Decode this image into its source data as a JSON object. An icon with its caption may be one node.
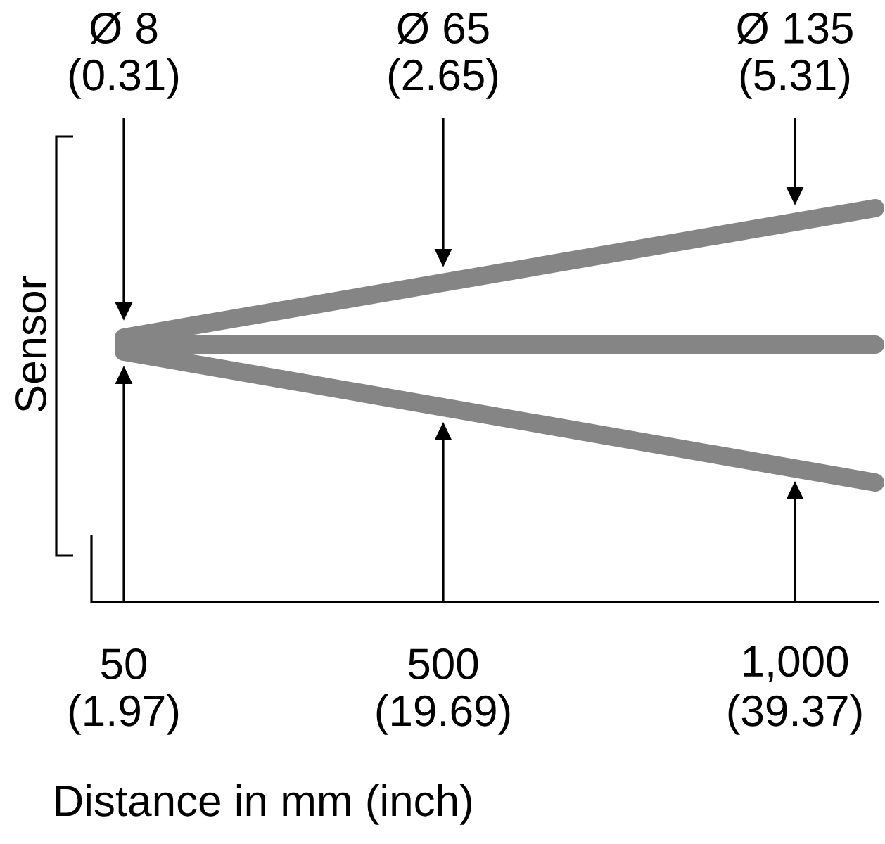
{
  "diagram": {
    "labels": [
      "Ø 8",
      "(0.31)",
      "Ø 65",
      "(2.65)",
      "Ø 135",
      "(5.31)",
      "Sensor",
      "50",
      "(1.97)",
      "500",
      "(19.69)",
      "1,000",
      "(39.37)",
      "Distance in mm (inch)"
    ]
  }
}
